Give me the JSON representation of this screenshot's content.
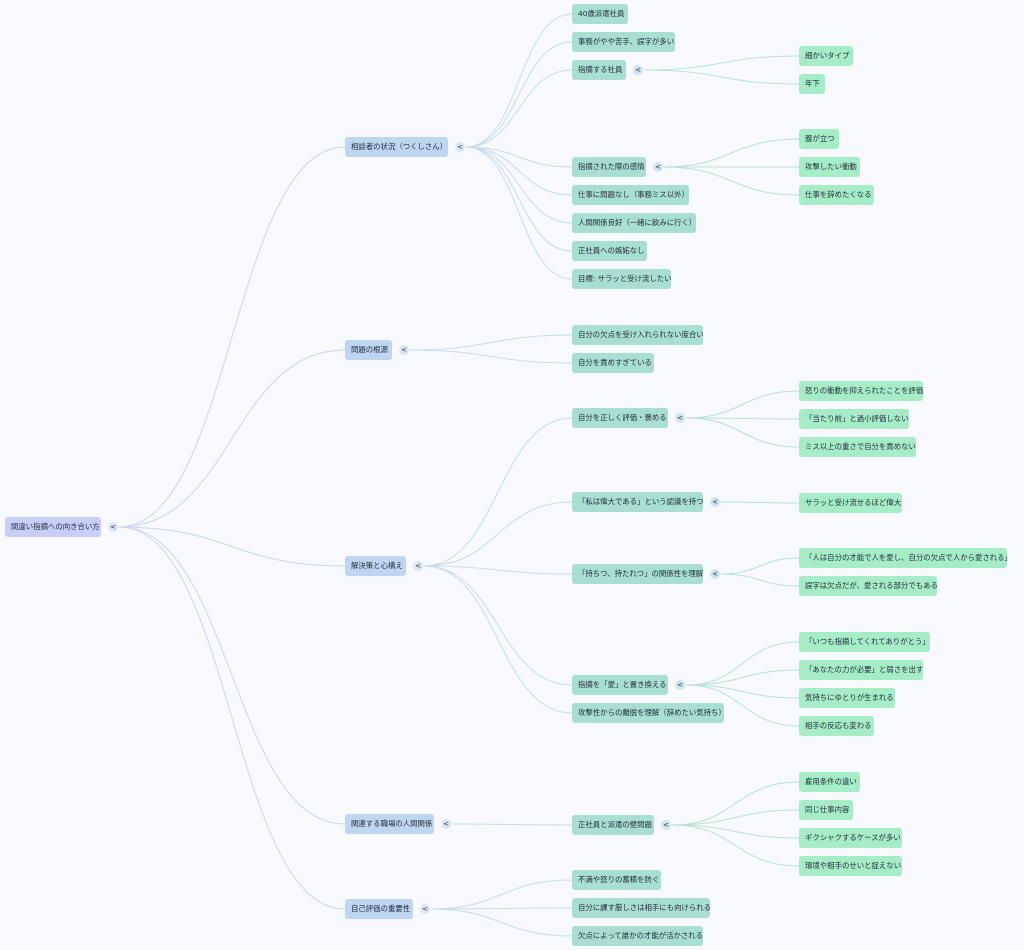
{
  "colors": {
    "background": "#f7f9fc",
    "root_fill": "#c8cef8",
    "level1_fill": "#bfd6f0",
    "level2_fill": "#a8dfd2",
    "level3_fill": "#a6ecc6",
    "edge_level1": "#c9d6ee",
    "edge_level2": "#c7dcee",
    "edge_level3": "#b8e2d3",
    "toggle_level1": "#dde4f4",
    "toggle_level2": "#cfe5ef",
    "toggle_level3": "#cdeedf"
  },
  "toggle_glyph": "<",
  "mindmap": {
    "label": "間違い指摘への向き合い方",
    "children": [
      {
        "label": "相談者の状況（つくしさん）",
        "children": [
          {
            "label": "40歳派遣社員"
          },
          {
            "label": "事務がやや苦手、誤字が多い"
          },
          {
            "label": "指摘する社員",
            "children": [
              {
                "label": "細かいタイプ"
              },
              {
                "label": "年下"
              }
            ]
          },
          {
            "label": "指摘された際の感情",
            "children": [
              {
                "label": "腹が立つ"
              },
              {
                "label": "攻撃したい衝動"
              },
              {
                "label": "仕事を辞めたくなる"
              }
            ]
          },
          {
            "label": "仕事に問題なし（事務ミス以外）"
          },
          {
            "label": "人間関係良好（一緒に飲みに行く）"
          },
          {
            "label": "正社員への嫉妬なし"
          },
          {
            "label": "目標: サラッと受け流したい"
          }
        ]
      },
      {
        "label": "問題の根源",
        "children": [
          {
            "label": "自分の欠点を受け入れられない度合い"
          },
          {
            "label": "自分を責めすぎている"
          }
        ]
      },
      {
        "label": "解決策と心構え",
        "children": [
          {
            "label": "自分を正しく評価・褒める",
            "children": [
              {
                "label": "怒りの衝動を抑えられたことを評価"
              },
              {
                "label": "「当たり前」と過小評価しない"
              },
              {
                "label": "ミス以上の重さで自分を責めない"
              }
            ]
          },
          {
            "label": "「私は偉大である」という認識を持つ",
            "children": [
              {
                "label": "サラッと受け流せるほど偉大"
              }
            ]
          },
          {
            "label": "「持ちつ、持たれつ」の関係性を理解",
            "children": [
              {
                "label": "「人は自分の才能で人を愛し、自分の欠点で人から愛される」"
              },
              {
                "label": "誤字は欠点だが、愛される部分でもある"
              }
            ]
          },
          {
            "label": "指摘を「愛」と置き換える",
            "children": [
              {
                "label": "「いつも指摘してくれてありがとう」"
              },
              {
                "label": "「あなたの力が必要」と弱さを出す"
              },
              {
                "label": "気持ちにゆとりが生まれる"
              },
              {
                "label": "相手の反応も変わる"
              }
            ]
          },
          {
            "label": "攻撃性からの離脱を理解（辞めたい気持ち）"
          }
        ]
      },
      {
        "label": "関連する職場の人間関係",
        "children": [
          {
            "label": "正社員と派遣の壁問題",
            "children": [
              {
                "label": "雇用条件の違い"
              },
              {
                "label": "同じ仕事内容"
              },
              {
                "label": "ギクシャクするケースが多い"
              },
              {
                "label": "環境や相手のせいと捉えない"
              }
            ]
          }
        ]
      },
      {
        "label": "自己評価の重要性",
        "children": [
          {
            "label": "不満や怒りの蓄積を防ぐ"
          },
          {
            "label": "自分に課す厳しさは相手にも向けられる"
          },
          {
            "label": "欠点によって誰かの才能が活かされる"
          }
        ]
      }
    ]
  }
}
